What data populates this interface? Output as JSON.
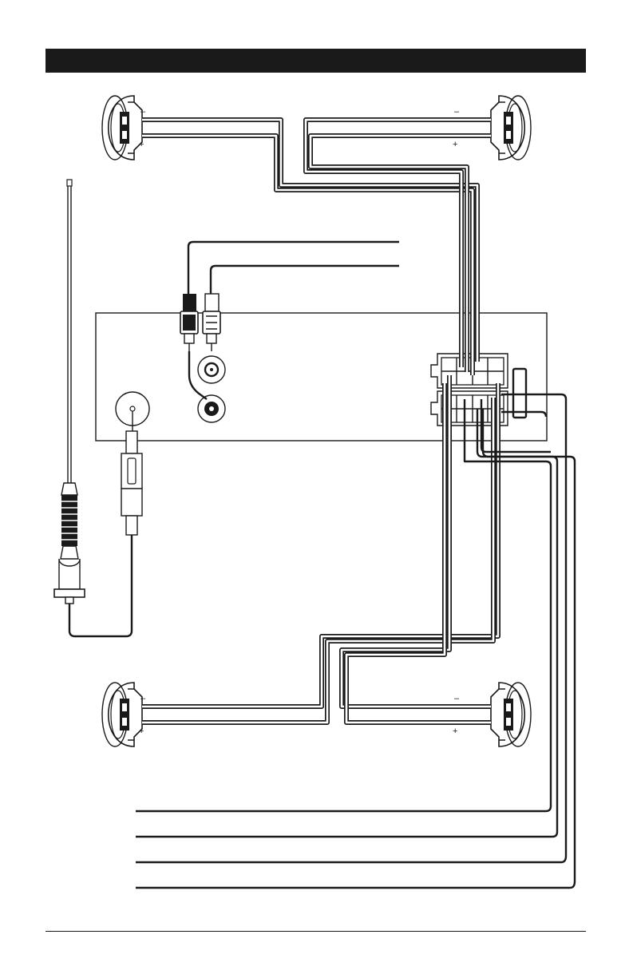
{
  "header": {
    "title": ""
  },
  "speakers": [
    {
      "id": "front-left",
      "minus": "–",
      "plus": "+"
    },
    {
      "id": "front-right",
      "minus": "–",
      "plus": "+"
    },
    {
      "id": "rear-left",
      "minus": "–",
      "plus": "+"
    },
    {
      "id": "rear-right",
      "minus": "–",
      "plus": "+"
    }
  ],
  "colors": {
    "ink": "#1a1a1a",
    "paper": "#ffffff"
  }
}
